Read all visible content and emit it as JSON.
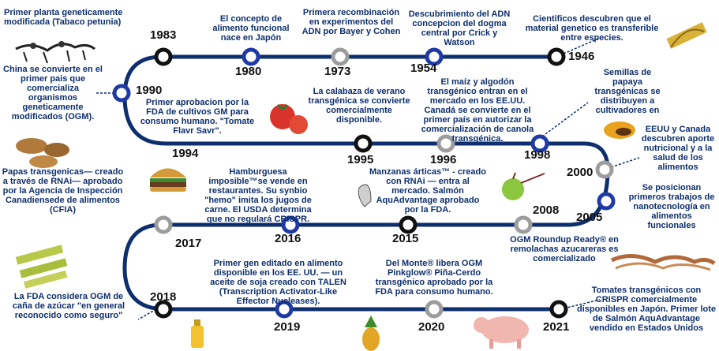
{
  "colors": {
    "track": "#0d2f6e",
    "blue_node": "#1f3aa6",
    "gray_node": "#9c9c9c",
    "black_node": "#111111",
    "text": "#0d2f6e"
  },
  "years": {
    "y1983": "1983",
    "y1980": "1980",
    "y1973": "1973",
    "y1954": "1954",
    "y1946": "1946",
    "y1990": "1990",
    "y1994": "1994",
    "y1995": "1995",
    "y1996": "1996",
    "y1998": "1998",
    "y2000": "2000",
    "y2005": "2005",
    "y2008": "2008",
    "y2015": "2015",
    "y2016": "2016",
    "y2017": "2017",
    "y2018": "2018",
    "y2019": "2019",
    "y2020": "2020",
    "y2021": "2021"
  },
  "events": {
    "e1983": "Primer planta geneticamente modificada (Tabaco petunia)",
    "e1980": "El concepto de alimento funcional nace en Japón",
    "e1973": "Primera recombinación en experimentos del ADN por Bayer y Cohen",
    "e1954": "Descubrimiento del ADN concepcion del dogma central por Crick y Watson",
    "e1946": "Cientificos descubren que el material genetico es transferible entre especies.",
    "e1990a": "China se convierte en el primer pais que comercializa organismos geneticamente modificados (OGM).",
    "e1990b": "Primer aprobacion por la FDA de cultivos GM para consumo humano. \"Tomate Flavr Savr\".",
    "e1995": "La calabaza de verano transgénica se convierte comercialmente disponible.",
    "e1996": "El maíz y algodón transgénico entran en el mercado en los EE.UU. Canadá se convierte en el primer país en autorizar la comercialización de canola transgénica.",
    "e1998": "Semillas de papaya transgénicas se distribuyen a cultivadores en",
    "e2000": "EEUU y Canada descubren aporte nutricional y a la salud de los alimentos",
    "e2005": "Se posicionan primeros trabajos de nanotecnología en alimentos funcionales",
    "e2008": "OGM Roundup Ready® en remolachas azucareras es comercializado",
    "e2015": "Manzanas árticas™ - creado con RNAi — entra al mercado. Salmón AquAdvantage aprobado por la FDA.",
    "e2016": "Hamburguesa imposible™se vende en restaurantes. Su synbio \"hemo\" imita los jugos de carne. El USDA determina que no regulará CRISPR.",
    "e2017": "Papas transgenicas— creado a través de RNAi— aprobado por la Agencia de Inspección Canadiensede de alimentos (CFIA)",
    "e2018": "La FDA considera OGM de caña de azúcar \"en general reconocido como seguro\"",
    "e2019": "Primer gen editado en alimento disponible en los EE. UU. — un aceite de soja creado con TALEN (Transcription Activator-Like Effector Nucleases).",
    "e2020": "Del Monte® libera OGM Pinkglow® Piña-Cerdo transgénico aprobado por la FDA para consumo humano.",
    "e2021": "Tomates transgénicos con CRISPR comercialmente disponibles en Japón. Primer lote de Salmón AquAdvantage vendido en Estados Unidos"
  },
  "icons": [
    "petunia-plant-icon",
    "dna-strand-icon",
    "tomato-icon",
    "papaya-icon",
    "potato-icon",
    "burger-icon",
    "fish-icon",
    "apple-icon",
    "sugarcane-icon",
    "oil-bottle-icon",
    "pineapple-icon",
    "pig-icon",
    "sugarbeet-icon"
  ]
}
